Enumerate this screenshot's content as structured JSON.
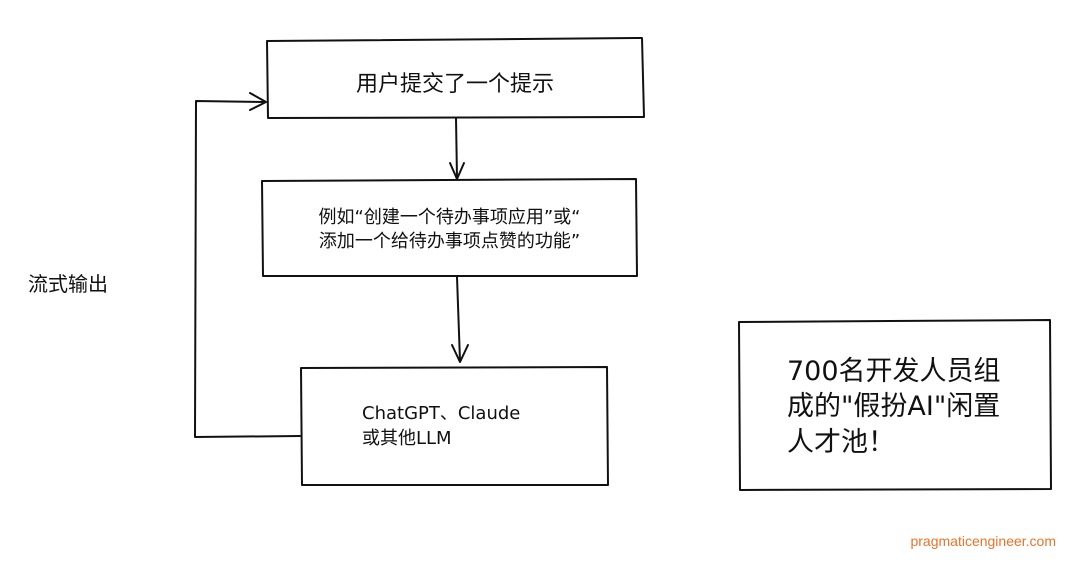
{
  "diagram": {
    "nodes": {
      "submit": {
        "label": "用户提交了一个提示"
      },
      "example": {
        "label": "例如“创建一个待办事项应用”或“\n添加一个给待办事项点赞的功能”"
      },
      "llm": {
        "label": "ChatGPT、Claude\n或其他LLM"
      },
      "note": {
        "label": "700名开发人员组\n成的\"假扮AI\"闲置\n人才池！"
      }
    },
    "loop_label": "流式输出",
    "edges": [
      {
        "from": "submit",
        "to": "example"
      },
      {
        "from": "example",
        "to": "llm"
      },
      {
        "from": "llm",
        "to": "submit",
        "label": "流式输出"
      }
    ]
  },
  "watermark": "pragmaticengineer.com",
  "colors": {
    "stroke": "#111111",
    "watermark": "#e8732a",
    "background": "#ffffff"
  }
}
